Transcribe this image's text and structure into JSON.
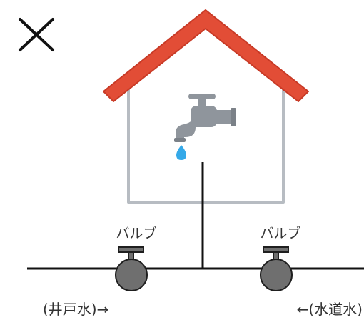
{
  "cross_mark": "×",
  "valve_left_label": "バルブ",
  "valve_right_label": "バルブ",
  "source_left_label": "(井戸水)→",
  "source_right_label": "←(水道水)",
  "colors": {
    "roof": "#e24d36",
    "roof_edge": "#c83a26",
    "wall": "#b7bcc2",
    "faucet": "#8f959c",
    "faucet_shadow": "#7b8188",
    "water_drop": "#35a9e8",
    "pipe": "#111111",
    "valve_body": "#6f6f6f",
    "valve_outline": "#1f1f1f",
    "text": "#333333"
  }
}
